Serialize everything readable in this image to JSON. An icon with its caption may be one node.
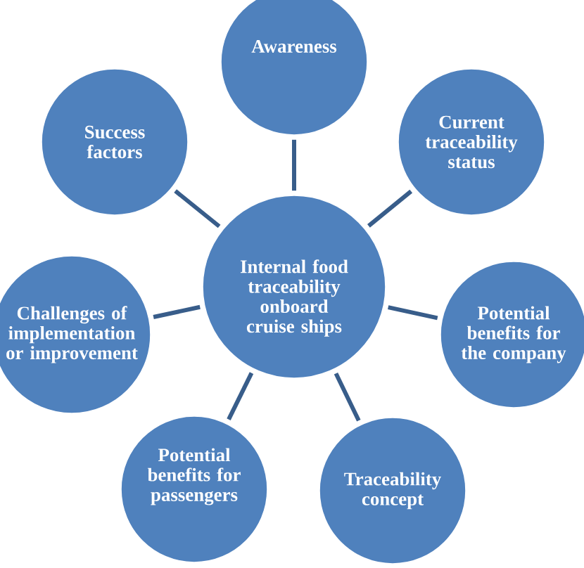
{
  "diagram": {
    "nodes": [
      {
        "text": [
          "Awareness"
        ]
      },
      {
        "text": [
          "Success factors"
        ]
      },
      {
        "text": [
          "Current traceability status"
        ]
      },
      {
        "text": [
          "Internal food traceability onboard cruise ships"
        ]
      },
      {
        "text": [
          "Challenges of implementation or improvement"
        ]
      },
      {
        "text": [
          "Potential benefits for the company"
        ]
      },
      {
        "text": [
          "Potential benefits for passengers"
        ]
      },
      {
        "text": [
          "Traceability concept"
        ]
      }
    ],
    "edges": [
      {
        "from": 3,
        "to": 0,
        "arrow": "none"
      },
      {
        "from": 3,
        "to": 2,
        "arrow": "none"
      },
      {
        "from": 3,
        "to": 5,
        "arrow": "none"
      },
      {
        "from": 3,
        "to": 7,
        "arrow": "none"
      },
      {
        "from": 3,
        "to": 6,
        "arrow": "none"
      },
      {
        "from": 3,
        "to": 4,
        "arrow": "none"
      },
      {
        "from": 3,
        "to": 1,
        "arrow": "none"
      }
    ]
  }
}
